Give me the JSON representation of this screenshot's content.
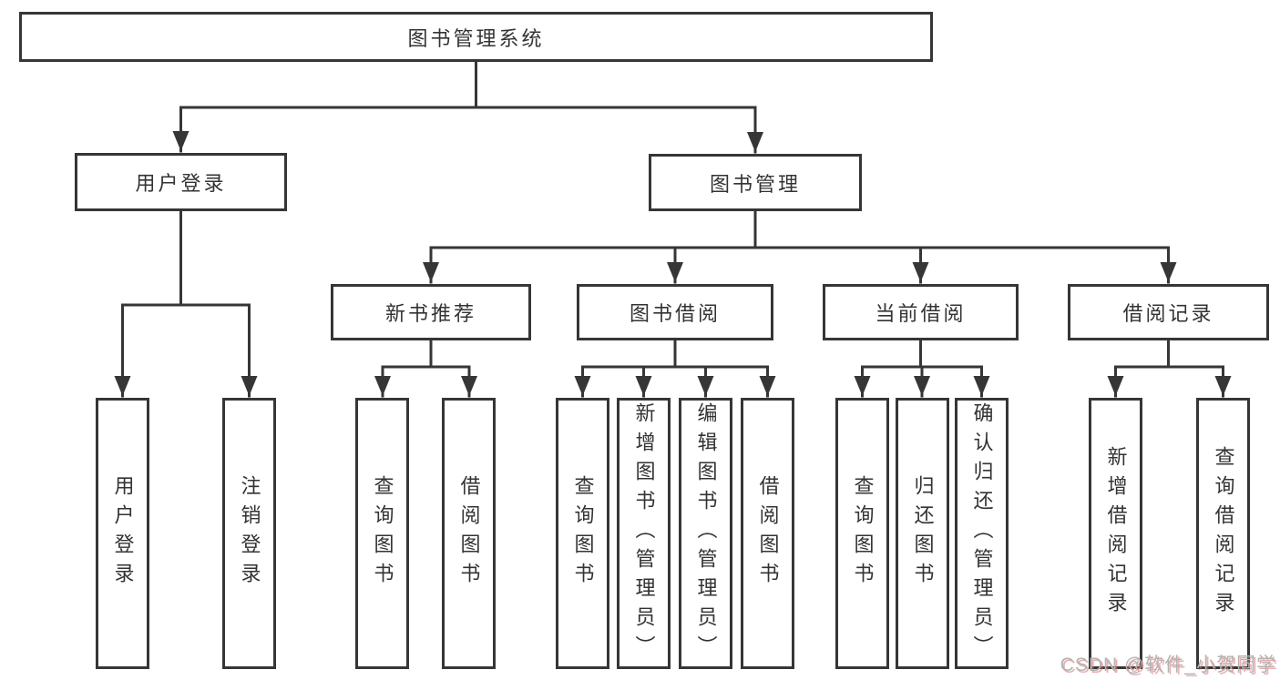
{
  "diagram_type": "hierarchy-tree",
  "tree": {
    "label": "图书管理系统",
    "children": [
      {
        "label": "用户登录",
        "children": [
          {
            "label": "用户登录"
          },
          {
            "label": "注销登录"
          }
        ]
      },
      {
        "label": "图书管理",
        "children": [
          {
            "label": "新书推荐",
            "children": [
              {
                "label": "查询图书"
              },
              {
                "label": "借阅图书"
              }
            ]
          },
          {
            "label": "图书借阅",
            "children": [
              {
                "label": "查询图书"
              },
              {
                "label": "新增图书（管理员）"
              },
              {
                "label": "编辑图书（管理员）"
              },
              {
                "label": "借阅图书"
              }
            ]
          },
          {
            "label": "当前借阅",
            "children": [
              {
                "label": "查询图书"
              },
              {
                "label": "归还图书"
              },
              {
                "label": "确认归还（管理员）"
              }
            ]
          },
          {
            "label": "借阅记录",
            "children": [
              {
                "label": "新增借阅记录"
              },
              {
                "label": "查询借阅记录"
              }
            ]
          }
        ]
      }
    ]
  },
  "watermark": {
    "text": "CSDN @软件_小贺同学"
  },
  "colors": {
    "line": "#363636",
    "box_border": "#363636",
    "text": "#333333",
    "background": "#ffffff",
    "watermark_gray": "#b3b3b3",
    "watermark_red": "#d86e6e"
  }
}
